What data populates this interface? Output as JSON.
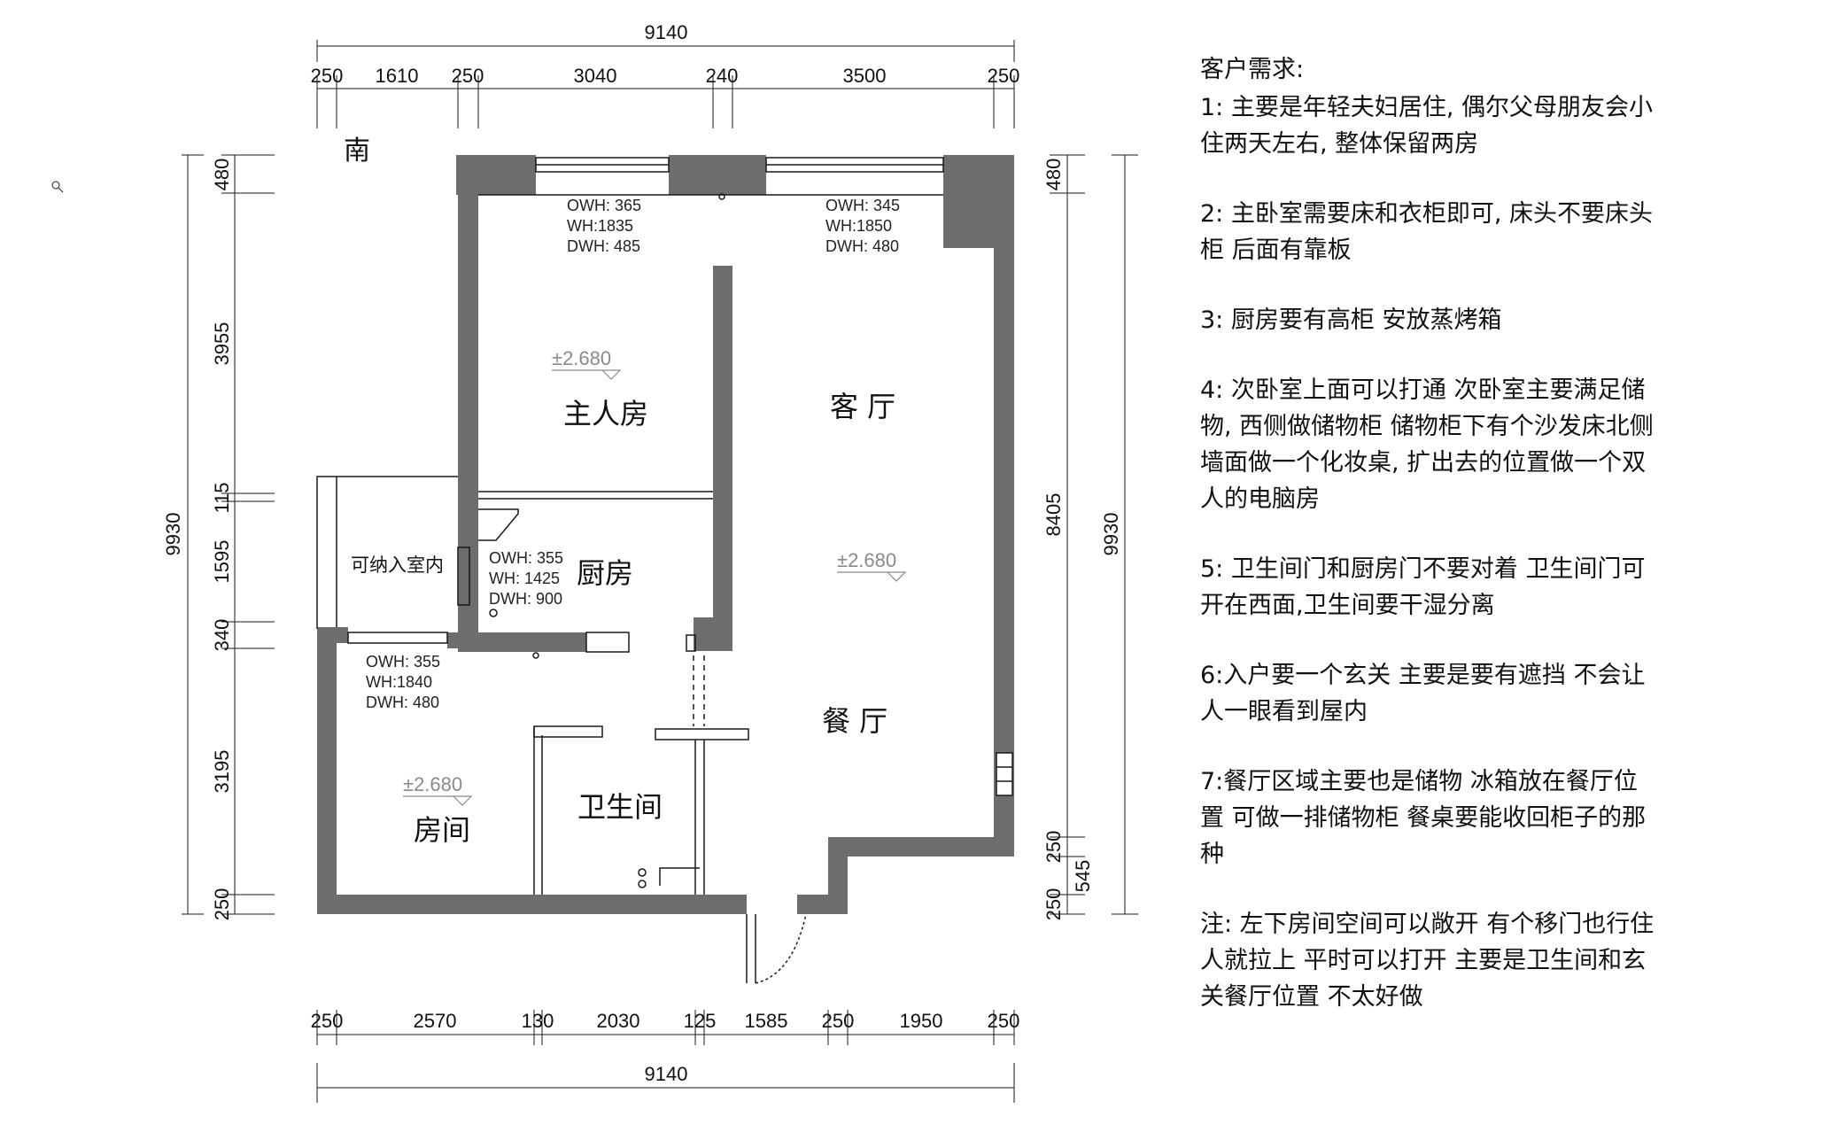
{
  "compass_label": "南",
  "dims": {
    "top_total": "9140",
    "top": [
      "250",
      "1610",
      "250",
      "3040",
      "240",
      "3500",
      "250"
    ],
    "bottom_total": "9140",
    "bottom": [
      "250",
      "2570",
      "130",
      "2030",
      "125",
      "1585",
      "250",
      "1950",
      "250"
    ],
    "left_total": "9930",
    "left": [
      "480",
      "3955",
      "115",
      "1595",
      "340",
      "3195",
      "250"
    ],
    "right_total": "9930",
    "right_mid": "8405",
    "right": [
      "480",
      "250",
      "545",
      "250"
    ]
  },
  "windows": [
    {
      "owh": "OWH: 365",
      "wh": "WH:1835",
      "dwh": "DWH: 485"
    },
    {
      "owh": "OWH: 345",
      "wh": "WH:1850",
      "dwh": "DWH: 480"
    },
    {
      "owh": "OWH: 355",
      "wh": "WH: 1425",
      "dwh": "DWH: 900"
    },
    {
      "owh": "OWH: 355",
      "wh": "WH:1840",
      "dwh": "DWH: 480"
    }
  ],
  "elevation": "±2.680",
  "rooms": {
    "master": "主人房",
    "living": "客 厅",
    "kitchen": "厨房",
    "dining": "餐 厅",
    "bathroom": "卫生间",
    "room": "房间",
    "balcony": "可纳入室内"
  },
  "notes": {
    "heading": "客户需求:",
    "items": [
      "1: 主要是年轻夫妇居住, 偶尔父母朋友会小住两天左右, 整体保留两房",
      "2: 主卧室需要床和衣柜即可, 床头不要床头柜 后面有靠板",
      "3: 厨房要有高柜 安放蒸烤箱",
      "4: 次卧室上面可以打通 次卧室主要满足储物, 西侧做储物柜 储物柜下有个沙发床北侧墙面做一个化妆桌, 扩出去的位置做一个双人的电脑房",
      "5: 卫生间门和厨房门不要对着 卫生间门可开在西面,卫生间要干湿分离",
      "6:入户要一个玄关 主要是要有遮挡 不会让人一眼看到屋内",
      "7:餐厅区域主要也是储物 冰箱放在餐厅位置 可做一排储物柜 餐桌要能收回柜子的那种",
      "注: 左下房间空间可以敞开 有个移门也行住人就拉上 平时可以打开 主要是卫生间和玄关餐厅位置 不太好做"
    ]
  },
  "colors": {
    "wall": "#6d6d6d",
    "line": "#1a1a1a",
    "elev": "#8a8a8a"
  }
}
